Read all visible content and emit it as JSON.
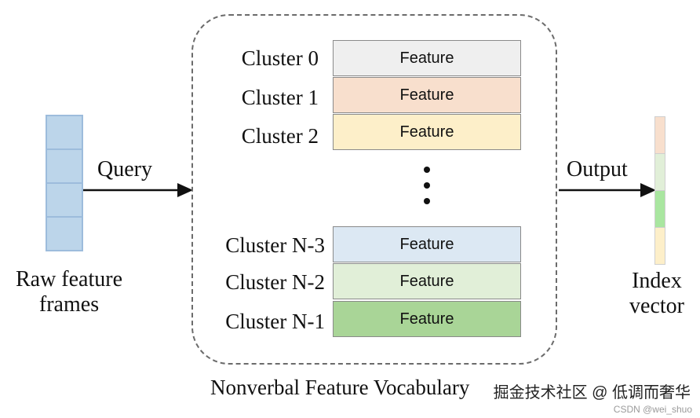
{
  "input": {
    "label_line1": "Raw feature",
    "label_line2": "frames",
    "frame_count": 4,
    "frame_color": "#bcd5ea"
  },
  "query_label": "Query",
  "output_label": "Output",
  "vocabulary": {
    "title": "Nonverbal Feature Vocabulary",
    "ellipsis": "⋮",
    "clusters_top": [
      {
        "name": "Cluster 0",
        "feature": "Feature",
        "color": "#efefef"
      },
      {
        "name": "Cluster 1",
        "feature": "Feature",
        "color": "#f8dfcd"
      },
      {
        "name": "Cluster 2",
        "feature": "Feature",
        "color": "#fdefc9"
      }
    ],
    "clusters_bottom": [
      {
        "name": "Cluster N-3",
        "feature": "Feature",
        "color": "#dce8f3"
      },
      {
        "name": "Cluster N-2",
        "feature": "Feature",
        "color": "#e1efd8"
      },
      {
        "name": "Cluster N-1",
        "feature": "Feature",
        "color": "#a9d597"
      }
    ]
  },
  "index_vector": {
    "label_line1": "Index",
    "label_line2": "vector",
    "cell_colors": [
      "#f8dfcd",
      "#e1efd8",
      "#a9e6a0",
      "#fdefc9"
    ]
  },
  "watermark": {
    "main": "掘金技术社区 @ 低调而奢华",
    "sub": "CSDN @wei_shuo"
  }
}
